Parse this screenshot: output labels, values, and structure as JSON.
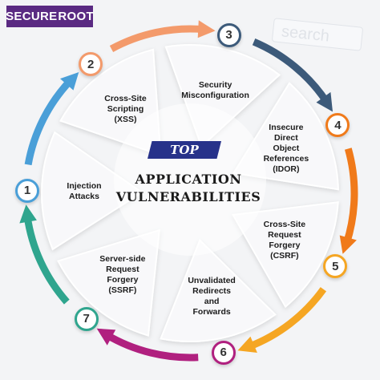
{
  "brand": {
    "part1": "SECURE",
    "part2": "ROOT"
  },
  "search_placeholder": "search",
  "center": {
    "tag": "TOP",
    "title_line_1": "APPLICATION",
    "title_line_2": "VULNERABILITIES"
  },
  "items": [
    {
      "number": "1",
      "label_lines": [
        "Injection",
        "Attacks"
      ],
      "color": "#4a9fd8"
    },
    {
      "number": "2",
      "label_lines": [
        "Cross-Site",
        "Scripting",
        "(XSS)"
      ],
      "color": "#f39a6b"
    },
    {
      "number": "3",
      "label_lines": [
        "Security",
        "Misconfiguration"
      ],
      "color": "#3c5a7a"
    },
    {
      "number": "4",
      "label_lines": [
        "Insecure",
        "Direct",
        "Object",
        "References",
        "(IDOR)"
      ],
      "color": "#f07a1a"
    },
    {
      "number": "5",
      "label_lines": [
        "Cross-Site",
        "Request",
        "Forgery",
        "(CSRF)"
      ],
      "color": "#f5a623"
    },
    {
      "number": "6",
      "label_lines": [
        "Unvalidated",
        "Redirects",
        "and",
        "Forwards"
      ],
      "color": "#b0207f"
    },
    {
      "number": "7",
      "label_lines": [
        "Server-side",
        "Request",
        "Forgery",
        "(SSRF)"
      ],
      "color": "#2fa58e"
    }
  ]
}
